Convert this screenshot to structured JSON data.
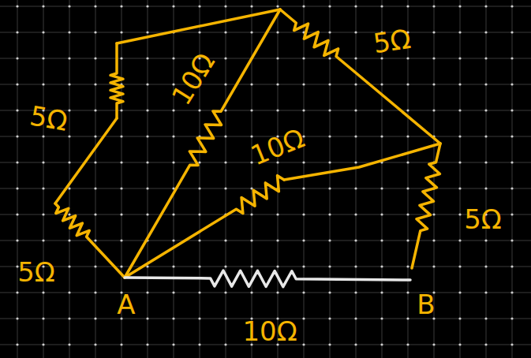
{
  "diagram": {
    "labels": [
      "5Ω",
      "10Ω",
      "5Ω",
      "10Ω",
      "5Ω",
      "5Ω",
      "10Ω",
      "A",
      "B"
    ]
  }
}
